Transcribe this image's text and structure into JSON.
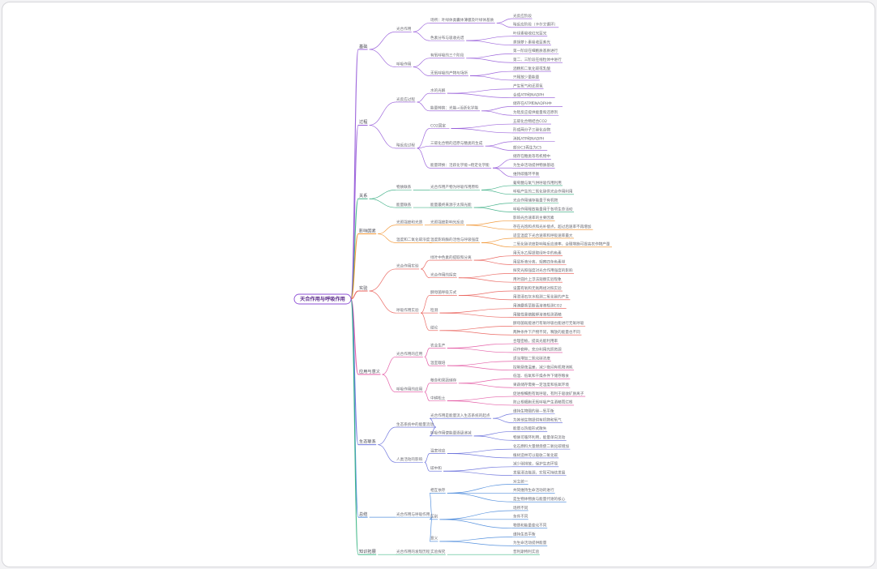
{
  "mindmap": {
    "root": "天合作用与呼吸作用",
    "branches": [
      {
        "label": "基础",
        "color": "#8e4fd6",
        "children": [
          {
            "label": "光合作用",
            "children": [
              {
                "label": "场所：叶绿体类囊体薄膜及叶绿体基质",
                "children": [
                  {
                    "label": "光反应阶段"
                  },
                  {
                    "label": "暗反应阶段（卡尔文循环）"
                  }
                ]
              },
              {
                "label": "色素分布与吸收光谱",
                "children": [
                  {
                    "label": "叶绿素吸收红光蓝光"
                  },
                  {
                    "label": "类胡萝卜素吸收蓝紫光"
                  }
                ]
              }
            ]
          },
          {
            "label": "呼吸作用",
            "children": [
              {
                "label": "有氧呼吸的三个阶段",
                "children": [
                  {
                    "label": "第一阶段在细胞质基质进行"
                  },
                  {
                    "label": "第二、三阶段在线粒体中进行"
                  }
                ]
              },
              {
                "label": "无氧呼吸的产物与场所",
                "children": [
                  {
                    "label": "酒精和二氧化碳或乳酸"
                  },
                  {
                    "label": "只释放少量能量"
                  }
                ]
              }
            ]
          }
        ]
      },
      {
        "label": "过程",
        "color": "#8e4fd6",
        "children": [
          {
            "label": "光反应过程",
            "children": [
              {
                "label": "水的光解",
                "children": [
                  {
                    "label": "产生氧气和还原氢"
                  },
                  {
                    "label": "合成ATP和NADPH"
                  }
                ]
              },
              {
                "label": "能量转换：光能→活跃化学能",
                "children": [
                  {
                    "label": "储存在ATP和NADPH中"
                  },
                  {
                    "label": "为暗反应提供能量和还原剂"
                  }
                ]
              }
            ]
          },
          {
            "label": "暗反应过程",
            "children": [
              {
                "label": "CO2固定",
                "children": [
                  {
                    "label": "五碳化合物结合CO2"
                  },
                  {
                    "label": "形成两分子三碳化合物"
                  }
                ]
              },
              {
                "label": "三碳化合物的还原与糖类的生成",
                "children": [
                  {
                    "label": "消耗ATP和NADPH"
                  },
                  {
                    "label": "部分C3再生为C5"
                  }
                ]
              },
              {
                "label": "能量转换：活跃化学能→稳定化学能",
                "children": [
                  {
                    "label": "储存在糖类等有机物中"
                  },
                  {
                    "label": "为生命活动提供物质基础"
                  },
                  {
                    "label": "维持碳循环平衡"
                  }
                ]
              }
            ]
          }
        ]
      },
      {
        "label": "关系",
        "color": "#2ca87a",
        "children": [
          {
            "label": "物质联系",
            "children": [
              {
                "label": "光合作用产物为呼吸作用原料",
                "children": [
                  {
                    "label": "葡萄糖与氧气供呼吸作用利用"
                  },
                  {
                    "label": "呼吸产生的二氧化碳供光合作用利用"
                  }
                ]
              }
            ]
          },
          {
            "label": "能量联系",
            "children": [
              {
                "label": "能量最终来源于太阳光能",
                "children": [
                  {
                    "label": "光合作用储存能量于有机物"
                  },
                  {
                    "label": "呼吸作用释放能量用于各项生命活动"
                  }
                ]
              }
            ]
          }
        ]
      },
      {
        "label": "影响因素",
        "color": "#f08a1c",
        "children": [
          {
            "label": "光照强度和光质",
            "children": [
              {
                "label": "光照强度影响光反应",
                "children": [
                  {
                    "label": "影响光合速率的主要因素"
                  },
                  {
                    "label": "存在光饱和点和光补偿点，超过后速率不再增加"
                  }
                ]
              }
            ]
          },
          {
            "label": "温度和二氧化碳浓度",
            "children": [
              {
                "label": "温度影响酶的活性与呼吸强度",
                "children": [
                  {
                    "label": "适宜温度下光合速率和呼吸速率最大"
                  },
                  {
                    "label": "二氧化碳浓度影响暗反应速率，合理增施可提高农作物产量"
                  }
                ]
              }
            ]
          }
        ]
      },
      {
        "label": "实验",
        "color": "#e8514a",
        "children": [
          {
            "label": "光合作用实验",
            "children": [
              {
                "label": "绿叶中色素的提取和分离",
                "children": [
                  {
                    "label": "用无水乙醇提取绿叶中的色素"
                  },
                  {
                    "label": "用层析液分离，观察四条色素带"
                  }
                ]
              },
              {
                "label": "光合作用的探究",
                "children": [
                  {
                    "label": "探究光照强度对光合作用强度的影响"
                  },
                  {
                    "label": "用叶圆片上浮法观察实验现象"
                  }
                ]
              }
            ]
          },
          {
            "label": "呼吸作用实验",
            "children": [
              {
                "label": "酵母菌呼吸方式",
                "children": [
                  {
                    "label": "设置有氧和无氧两组对照实验"
                  },
                  {
                    "label": "用澄清石灰水检测二氧化碳的产生"
                  }
                ]
              },
              {
                "label": "检测",
                "children": [
                  {
                    "label": "用溴麝香草酚蓝溶液检测CO2"
                  },
                  {
                    "label": "用酸性重铬酸钾溶液检测酒精"
                  }
                ]
              },
              {
                "label": "结论",
                "children": [
                  {
                    "label": "酵母菌既能进行有氧呼吸也能进行无氧呼吸"
                  },
                  {
                    "label": "两种条件下产物不同，释放的能量也不同"
                  }
                ]
              }
            ]
          }
        ]
      },
      {
        "label": "应用与意义",
        "color": "#e0479a",
        "children": [
          {
            "label": "光合作用的应用",
            "children": [
              {
                "label": "农业生产",
                "children": [
                  {
                    "label": "合理密植，提高光能利用率"
                  },
                  {
                    "label": "间作套种，充分利用光照资源"
                  }
                ]
              },
              {
                "label": "温室栽培",
                "children": [
                  {
                    "label": "适当增加二氧化碳浓度"
                  },
                  {
                    "label": "控制昼夜温差，减少夜间有机物消耗"
                  }
                ]
              }
            ]
          },
          {
            "label": "呼吸作用的应用",
            "children": [
              {
                "label": "粮食和果蔬储存",
                "children": [
                  {
                    "label": "低温、低氧和干燥条件下储存粮食"
                  },
                  {
                    "label": "果蔬储存需要一定湿度和低氧环境"
                  }
                ]
              },
              {
                "label": "中耕松土",
                "children": [
                  {
                    "label": "促进根细胞有氧呼吸，有利于吸收矿质离子"
                  },
                  {
                    "label": "防止根细胞无氧呼吸产生酒精而烂根"
                  }
                ]
              }
            ]
          }
        ]
      },
      {
        "label": "生态联系",
        "color": "#5a63d8",
        "children": [
          {
            "label": "生态系统中的能量流动",
            "children": [
              {
                "label": "光合作用是能量流入生态系统的起点",
                "children": [
                  {
                    "label": "维持生物圈的碳—氧平衡"
                  },
                  {
                    "label": "为其他生物提供有机物和氧气"
                  }
                ]
              },
              {
                "label": "呼吸作用使能量逐级递减",
                "children": [
                  {
                    "label": "能量以热能形式散失"
                  },
                  {
                    "label": "物质可循环利用，能量单向流动"
                  }
                ]
              }
            ]
          },
          {
            "label": "人类活动的影响",
            "children": [
              {
                "label": "温室效应",
                "children": [
                  {
                    "label": "化石燃料大量燃烧使二氧化碳增加"
                  },
                  {
                    "label": "植树造林可以吸收二氧化碳"
                  }
                ]
              },
              {
                "label": "碳中和",
                "children": [
                  {
                    "label": "减少碳排放，保护生态环境"
                  },
                  {
                    "label": "发展清洁能源，实现可持续发展"
                  }
                ]
              }
            ]
          }
        ]
      },
      {
        "label": "总结",
        "color": "#3a7fd8",
        "children": [
          {
            "label": "光合作用与呼吸作用",
            "children": [
              {
                "label": "相互依存",
                "children": [
                  {
                    "label": "对立统一"
                  },
                  {
                    "label": "共同维持生命活动的进行"
                  },
                  {
                    "label": "是生物体物质与能量代谢的核心"
                  }
                ]
              },
              {
                "label": "区别",
                "children": [
                  {
                    "label": "场所不同"
                  },
                  {
                    "label": "条件不同"
                  },
                  {
                    "label": "物质和能量变化不同"
                  }
                ]
              },
              {
                "label": "意义",
                "children": [
                  {
                    "label": "维持生态平衡"
                  },
                  {
                    "label": "为生命活动提供能量"
                  }
                ]
              }
            ]
          }
        ]
      },
      {
        "label": "知识拓展",
        "color": "#2cb07a",
        "children": [
          {
            "label": "光合作用的发现历程",
            "children": [
              {
                "label": "实验探究",
                "children": [
                  {
                    "label": "普利斯特利实验"
                  }
                ]
              }
            ]
          }
        ]
      }
    ]
  }
}
